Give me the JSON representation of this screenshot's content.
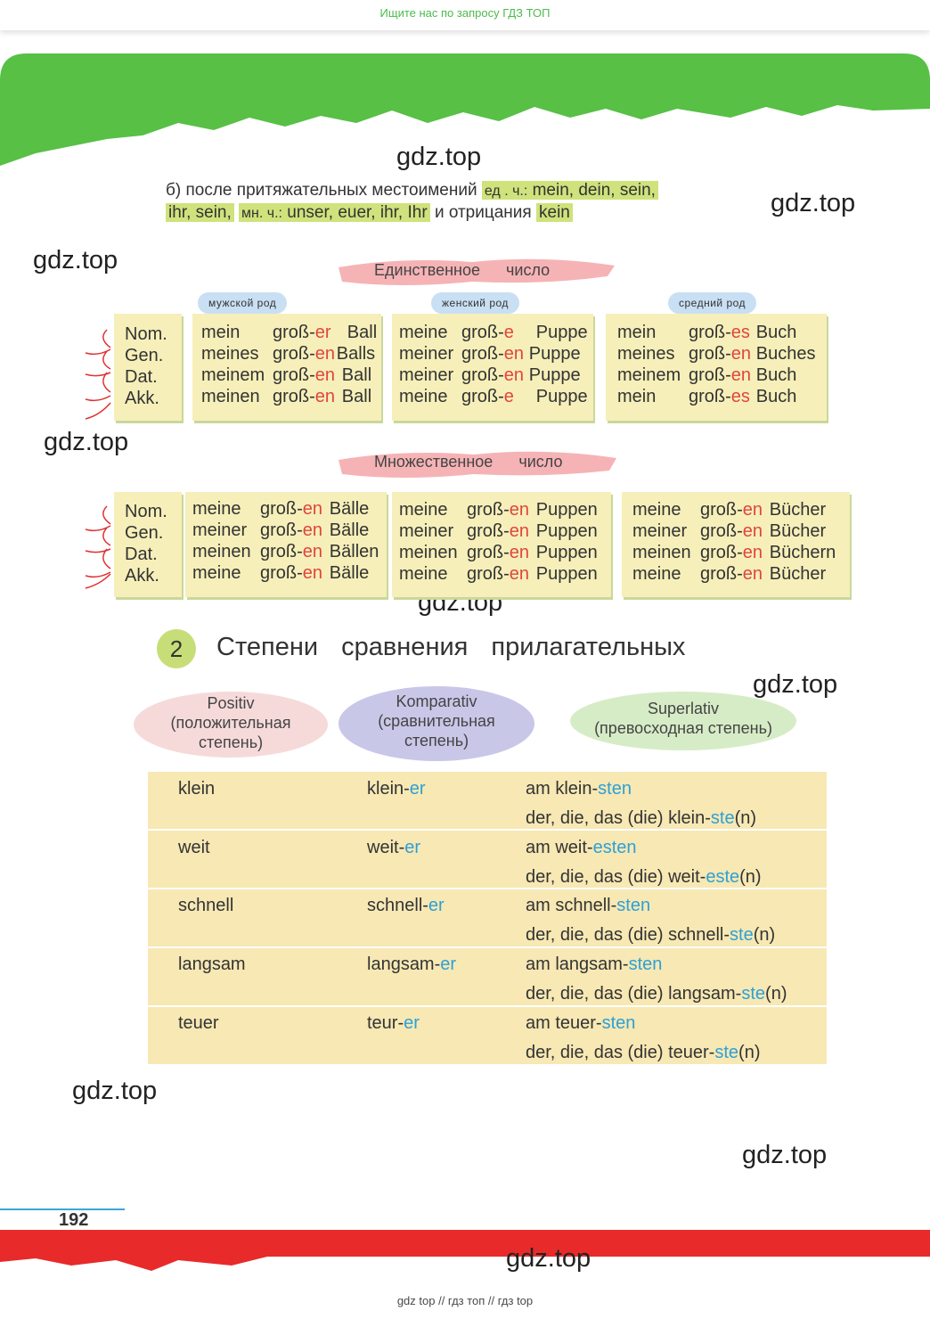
{
  "header": {
    "search_hint": "Ищите нас по запросу ГДЗ ТОП"
  },
  "watermarks": [
    "gdz.top",
    "gdz.top",
    "gdz.top",
    "gdz.top",
    "gdz.top",
    "gdz.top",
    "gdz.top",
    "gdz.top",
    "gdz.top"
  ],
  "intro": {
    "prefix": "б) после притяжательных местоимений",
    "sg_label": "ед . ч.:",
    "sg_words": "mein, dein, sein,",
    "sg_words2": "ihr, sein,",
    "pl_label": "мн. ч.:",
    "pl_words": "unser, euer, ihr, Ihr",
    "neg_text": "и отрицания",
    "neg_word": "kein"
  },
  "singular": {
    "title": "Единственное число",
    "genders": [
      "мужской род",
      "женский род",
      "средний род"
    ],
    "cases": [
      "Nom.",
      "Gen.",
      "Dat.",
      "Akk."
    ],
    "masc": [
      {
        "art": "mein",
        "adj": "groß-",
        "end": "er",
        "noun": "Ball"
      },
      {
        "art": "meines",
        "adj": "groß-",
        "end": "en",
        "noun": "Balls"
      },
      {
        "art": "meinem",
        "adj": "groß-",
        "end": "en",
        "noun": "Ball"
      },
      {
        "art": "meinen",
        "adj": "groß-",
        "end": "en",
        "noun": "Ball"
      }
    ],
    "fem": [
      {
        "art": "meine",
        "adj": "groß-",
        "end": "e",
        "noun": "Puppe"
      },
      {
        "art": "meiner",
        "adj": "groß-",
        "end": "en",
        "noun": "Puppe"
      },
      {
        "art": "meiner",
        "adj": "groß-",
        "end": "en",
        "noun": "Puppe"
      },
      {
        "art": "meine",
        "adj": "groß-",
        "end": "e",
        "noun": "Puppe"
      }
    ],
    "neut": [
      {
        "art": "mein",
        "adj": "groß-",
        "end": "es",
        "noun": "Buch"
      },
      {
        "art": "meines",
        "adj": "groß-",
        "end": "en",
        "noun": "Buches"
      },
      {
        "art": "meinem",
        "adj": "groß-",
        "end": "en",
        "noun": "Buch"
      },
      {
        "art": "mein",
        "adj": "groß-",
        "end": "es",
        "noun": "Buch"
      }
    ]
  },
  "plural": {
    "title": "Множественное число",
    "cases": [
      "Nom.",
      "Gen.",
      "Dat.",
      "Akk."
    ],
    "masc": [
      {
        "art": "meine",
        "adj": "groß-",
        "end": "en",
        "noun": "Bälle"
      },
      {
        "art": "meiner",
        "adj": "groß-",
        "end": "en",
        "noun": "Bälle"
      },
      {
        "art": "meinen",
        "adj": "groß-",
        "end": "en",
        "noun": "Bällen"
      },
      {
        "art": "meine",
        "adj": "groß-",
        "end": "en",
        "noun": "Bälle"
      }
    ],
    "fem": [
      {
        "art": "meine",
        "adj": "groß-",
        "end": "en",
        "noun": "Puppen"
      },
      {
        "art": "meiner",
        "adj": "groß-",
        "end": "en",
        "noun": "Puppen"
      },
      {
        "art": "meinen",
        "adj": "groß-",
        "end": "en",
        "noun": "Puppen"
      },
      {
        "art": "meine",
        "adj": "groß-",
        "end": "en",
        "noun": "Puppen"
      }
    ],
    "neut": [
      {
        "art": "meine",
        "adj": "groß-",
        "end": "en",
        "noun": "Bücher"
      },
      {
        "art": "meiner",
        "adj": "groß-",
        "end": "en",
        "noun": "Bücher"
      },
      {
        "art": "meinen",
        "adj": "groß-",
        "end": "en",
        "noun": "Büchern"
      },
      {
        "art": "meine",
        "adj": "groß-",
        "end": "en",
        "noun": "Bücher"
      }
    ]
  },
  "section2": {
    "number": "2",
    "title": "Степени сравнения прилагательных",
    "positiv": {
      "name": "Positiv",
      "desc1": "(положительная",
      "desc2": "степень)"
    },
    "komparativ": {
      "name": "Komparativ",
      "desc1": "(сравнительная",
      "desc2": "степень)"
    },
    "superlativ": {
      "name": "Superlativ",
      "desc1": "(превосходная степень)"
    },
    "rows": [
      {
        "pos": "klein",
        "komp_stem": "klein-",
        "komp_end": "er",
        "sup1_pre": "am klein-",
        "sup1_end": "sten",
        "sup2_pre": "der, die, das (die) klein-",
        "sup2_end": "ste",
        "sup2_suf": "(n)"
      },
      {
        "pos": "weit",
        "komp_stem": "weit-",
        "komp_end": "er",
        "sup1_pre": "am weit-",
        "sup1_end": "esten",
        "sup2_pre": "der, die, das (die) weit-",
        "sup2_end": "este",
        "sup2_suf": "(n)"
      },
      {
        "pos": "schnell",
        "komp_stem": "schnell-",
        "komp_end": "er",
        "sup1_pre": "am schnell-",
        "sup1_end": "sten",
        "sup2_pre": "der, die, das (die) schnell-",
        "sup2_end": "ste",
        "sup2_suf": "(n)"
      },
      {
        "pos": "langsam",
        "komp_stem": "langsam-",
        "komp_end": "er",
        "sup1_pre": "am langsam-",
        "sup1_end": "sten",
        "sup2_pre": "der, die, das (die) langsam-",
        "sup2_end": "ste",
        "sup2_suf": "(n)"
      },
      {
        "pos": "teuer",
        "komp_stem": "teur-",
        "komp_end": "er",
        "sup1_pre": "am teuer-",
        "sup1_end": "sten",
        "sup2_pre": "der, die, das (die) teuer-",
        "sup2_end": "ste",
        "sup2_suf": "(n)"
      }
    ]
  },
  "page_number": "192",
  "footer": "gdz top  //  гдз топ  //  гдз top",
  "colors": {
    "green": "#57c045",
    "red": "#e82a2a",
    "ending": "#e0453c",
    "superlative": "#2ea0d6",
    "highlight": "#cfe27c",
    "card": "#f6efb9"
  }
}
